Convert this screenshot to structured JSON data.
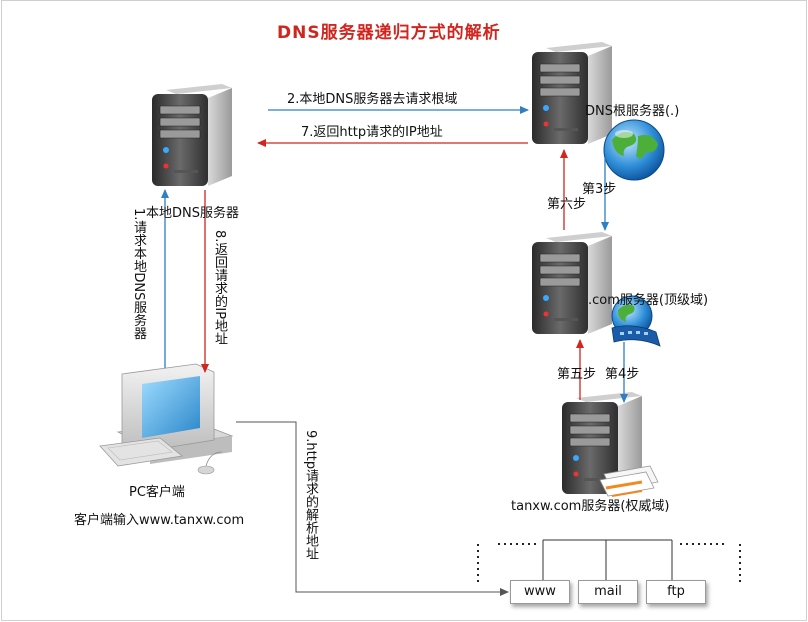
{
  "title": "DNS服务器递归方式的解析",
  "nodes": {
    "local_dns": "本地DNS服务器",
    "root_dns": "DNS根服务器(.)",
    "com_dns": ".com服务器(顶级域)",
    "auth_dns": "tanxw.com服务器(权威域)",
    "pc": "PC客户端",
    "pc_input": "客户端输入www.tanxw.com"
  },
  "steps": {
    "s1": "1.请求本地DNS服务器",
    "s2": "2.本地DNS服务器去请求根域",
    "s3": "第3步",
    "s4": "第4步",
    "s5": "第五步",
    "s6": "第六步",
    "s7": "7.返回http请求的IP地址",
    "s8": "8.返回请求的IP地址",
    "s9": "9.http请求的解析地址"
  },
  "hosts": [
    "www",
    "mail",
    "ftp"
  ],
  "colors": {
    "title": "#d0261f",
    "request_arrow": "#2f7fc4",
    "response_arrow": "#d0261f",
    "line": "#555555"
  }
}
